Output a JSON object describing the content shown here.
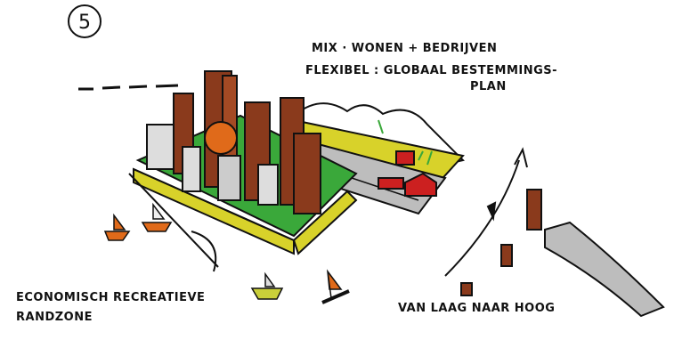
{
  "step_number": "5",
  "annotations": {
    "line1": "MIX · WONEN + BEDRIJVEN",
    "line2": "FLEXIBEL : GLOBAAL BESTEMMINGS-",
    "line3": "PLAN",
    "zone_line1": "ECONOMISCH RECREATIEVE",
    "zone_line2": "RANDZONE",
    "gradient_label": "VAN LAAG NAAR HOOG"
  },
  "colors": {
    "tower": "#8a3a1c",
    "green": "#3aa83a",
    "yellow": "#d8d22a",
    "orange": "#e06a1a",
    "red": "#cc2020",
    "road": "#bdbdbd"
  }
}
